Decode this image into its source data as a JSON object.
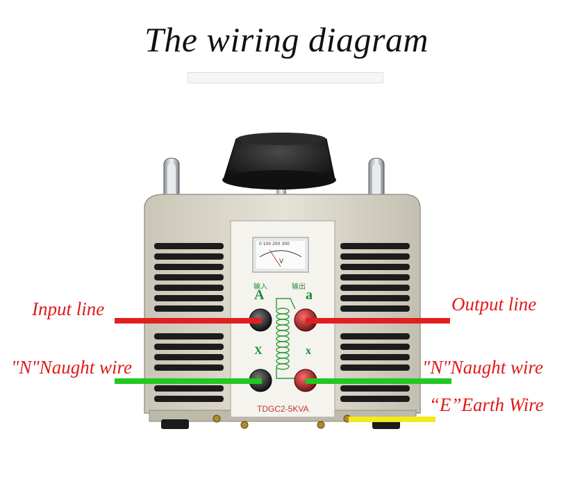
{
  "title": "The wiring diagram",
  "labels": {
    "input": "Input line",
    "output": "Output line",
    "neutral_left": "\"N\"Naught wire",
    "neutral_right": "\"N\"Naught wire",
    "earth": "“E”Earth Wire"
  },
  "panel": {
    "terminal_in": "A",
    "terminal_out": "a",
    "x_left": "X",
    "x_right": "x",
    "cn_in": "输入",
    "cn_out": "输出",
    "model": "TDGC2-5KVA",
    "meter_scale": "0 100 200 300",
    "meter_unit": "V"
  },
  "colors": {
    "live": "#e02020",
    "neutral": "#22c722",
    "earth": "#f2ea1a",
    "label": "#e01a1a"
  }
}
